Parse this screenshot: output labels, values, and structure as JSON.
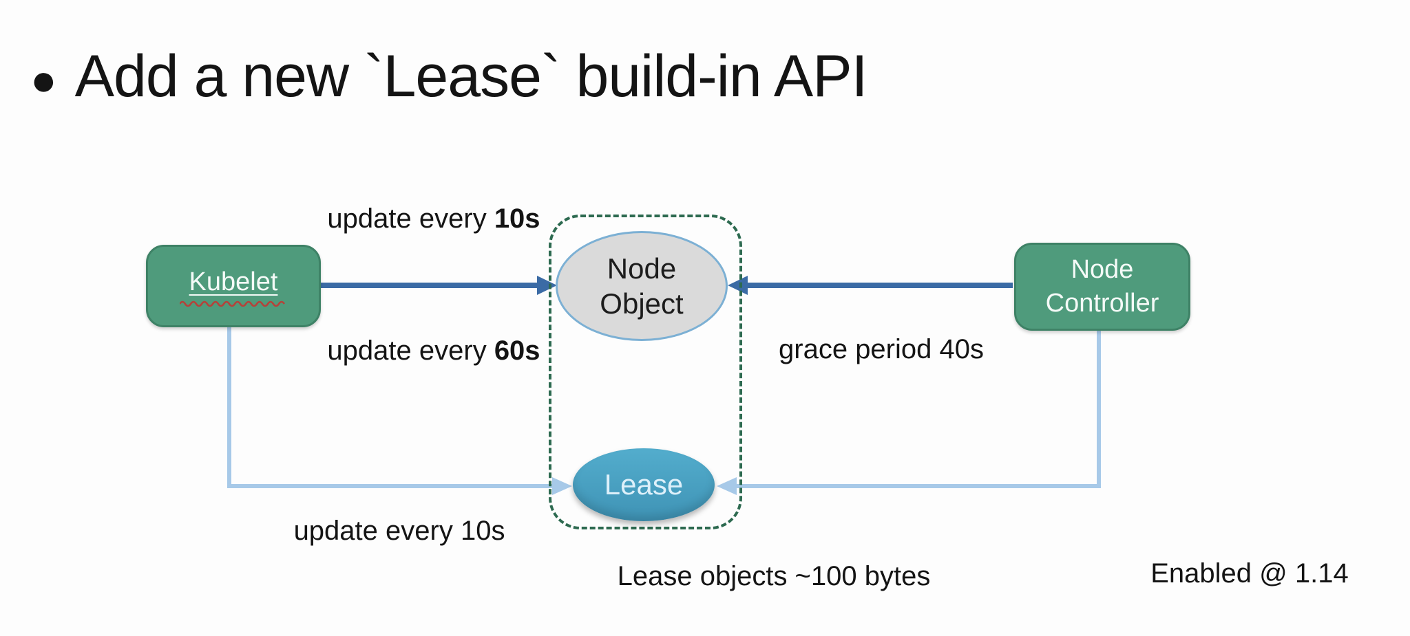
{
  "slide": {
    "title": {
      "bullet": "●",
      "text": "Add a new `Lease` build-in API"
    },
    "nodes": {
      "kubelet": {
        "label": "Kubelet"
      },
      "node_controller": {
        "line1": "Node",
        "line2": "Controller"
      },
      "node_object": {
        "line1": "Node",
        "line2": "Object"
      },
      "lease": {
        "label": "Lease"
      }
    },
    "labels": {
      "update_10s_top": {
        "prefix": "update every ",
        "bold": "10s"
      },
      "update_60s": {
        "prefix": "update every ",
        "bold": "60s"
      },
      "grace_period": "grace period 40s",
      "update_10s_bottom": "update every 10s",
      "lease_objects": "Lease objects ~100 bytes",
      "enabled": "Enabled @ 1.14"
    },
    "colors": {
      "box_green": "#4f9b7c",
      "box_green_border": "#3e8266",
      "dark_arrow": "#3b6ba5",
      "light_arrow": "#a7c9e8",
      "node_object_fill": "#dadada",
      "node_object_border": "#7cb0d4",
      "lease_fill": "#4aa5c8",
      "dashed_border": "#2d6a50",
      "squiggle_red": "#b5423a",
      "text": "#141414"
    }
  }
}
